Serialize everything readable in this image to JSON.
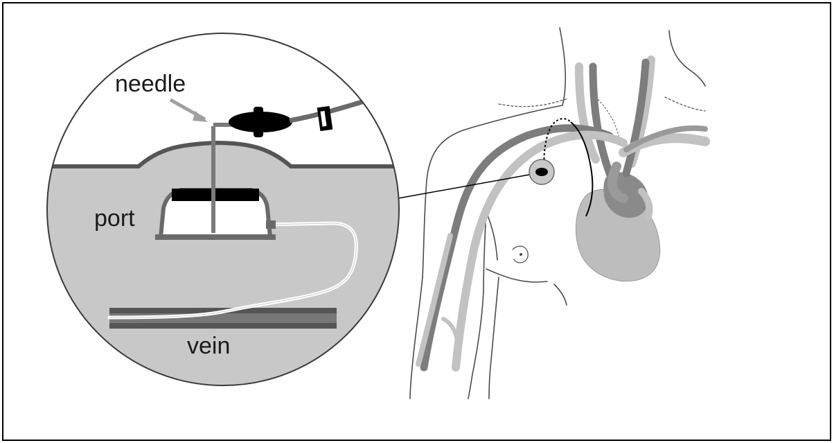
{
  "labels": {
    "needle": "needle",
    "port": "port",
    "vein": "vein"
  },
  "colors": {
    "frame": "#000000",
    "tissue": "#c8c8c8",
    "skin_line": "#555555",
    "vein_dark": "#555555",
    "catheter": "#ffffff",
    "artery_light": "#c2c2c2",
    "vessel_dark": "#7d7d7d",
    "heart": "#bdbdbd",
    "outline": "#4a4a4a"
  }
}
